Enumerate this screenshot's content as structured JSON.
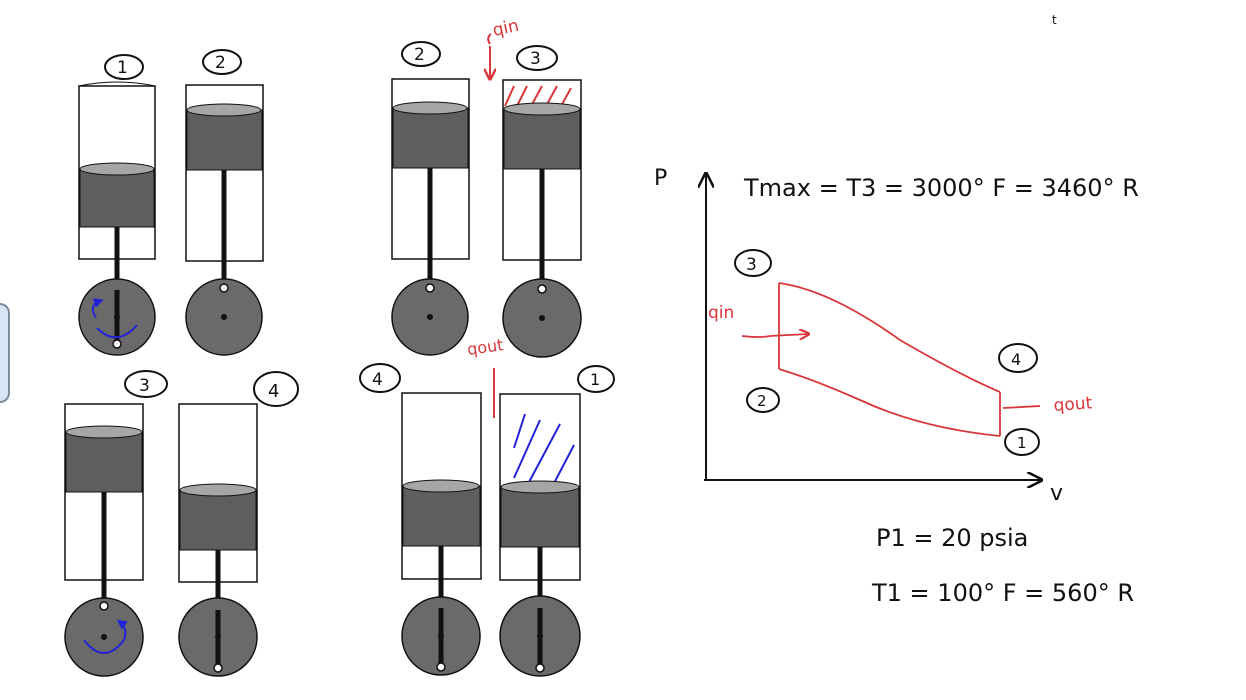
{
  "canvas": {
    "colors": {
      "ink": "#111111",
      "annotation_red": "#d9363a",
      "annotation_blue": "#2323d6",
      "piston_gray": "#5e5e5e",
      "wheel_gray": "#6a6a6a"
    }
  },
  "stroke_corner_mark": "t",
  "engine_states": {
    "left_group_top": {
      "left_label": "1",
      "right_label": "2"
    },
    "left_group_bottom": {
      "left_label": "3",
      "right_label": "4"
    },
    "heat_addition": {
      "left_label": "2",
      "right_label": "3",
      "heat_label": "qin"
    },
    "heat_rejection": {
      "left_label": "4",
      "right_label": "1",
      "heat_label": "qout"
    }
  },
  "pv_diagram": {
    "y_axis_label": "P",
    "x_axis_label": "v",
    "state_labels": {
      "s1": "1",
      "s2": "2",
      "s3": "3",
      "s4": "4"
    },
    "heat_in_label": "qin",
    "heat_out_label": "qout"
  },
  "givens": {
    "tmax": "Tmax = T3 = 3000° F = 3460° R",
    "p1": "P1 = 20 psia",
    "t1": "T1 = 100° F = 560° R"
  }
}
